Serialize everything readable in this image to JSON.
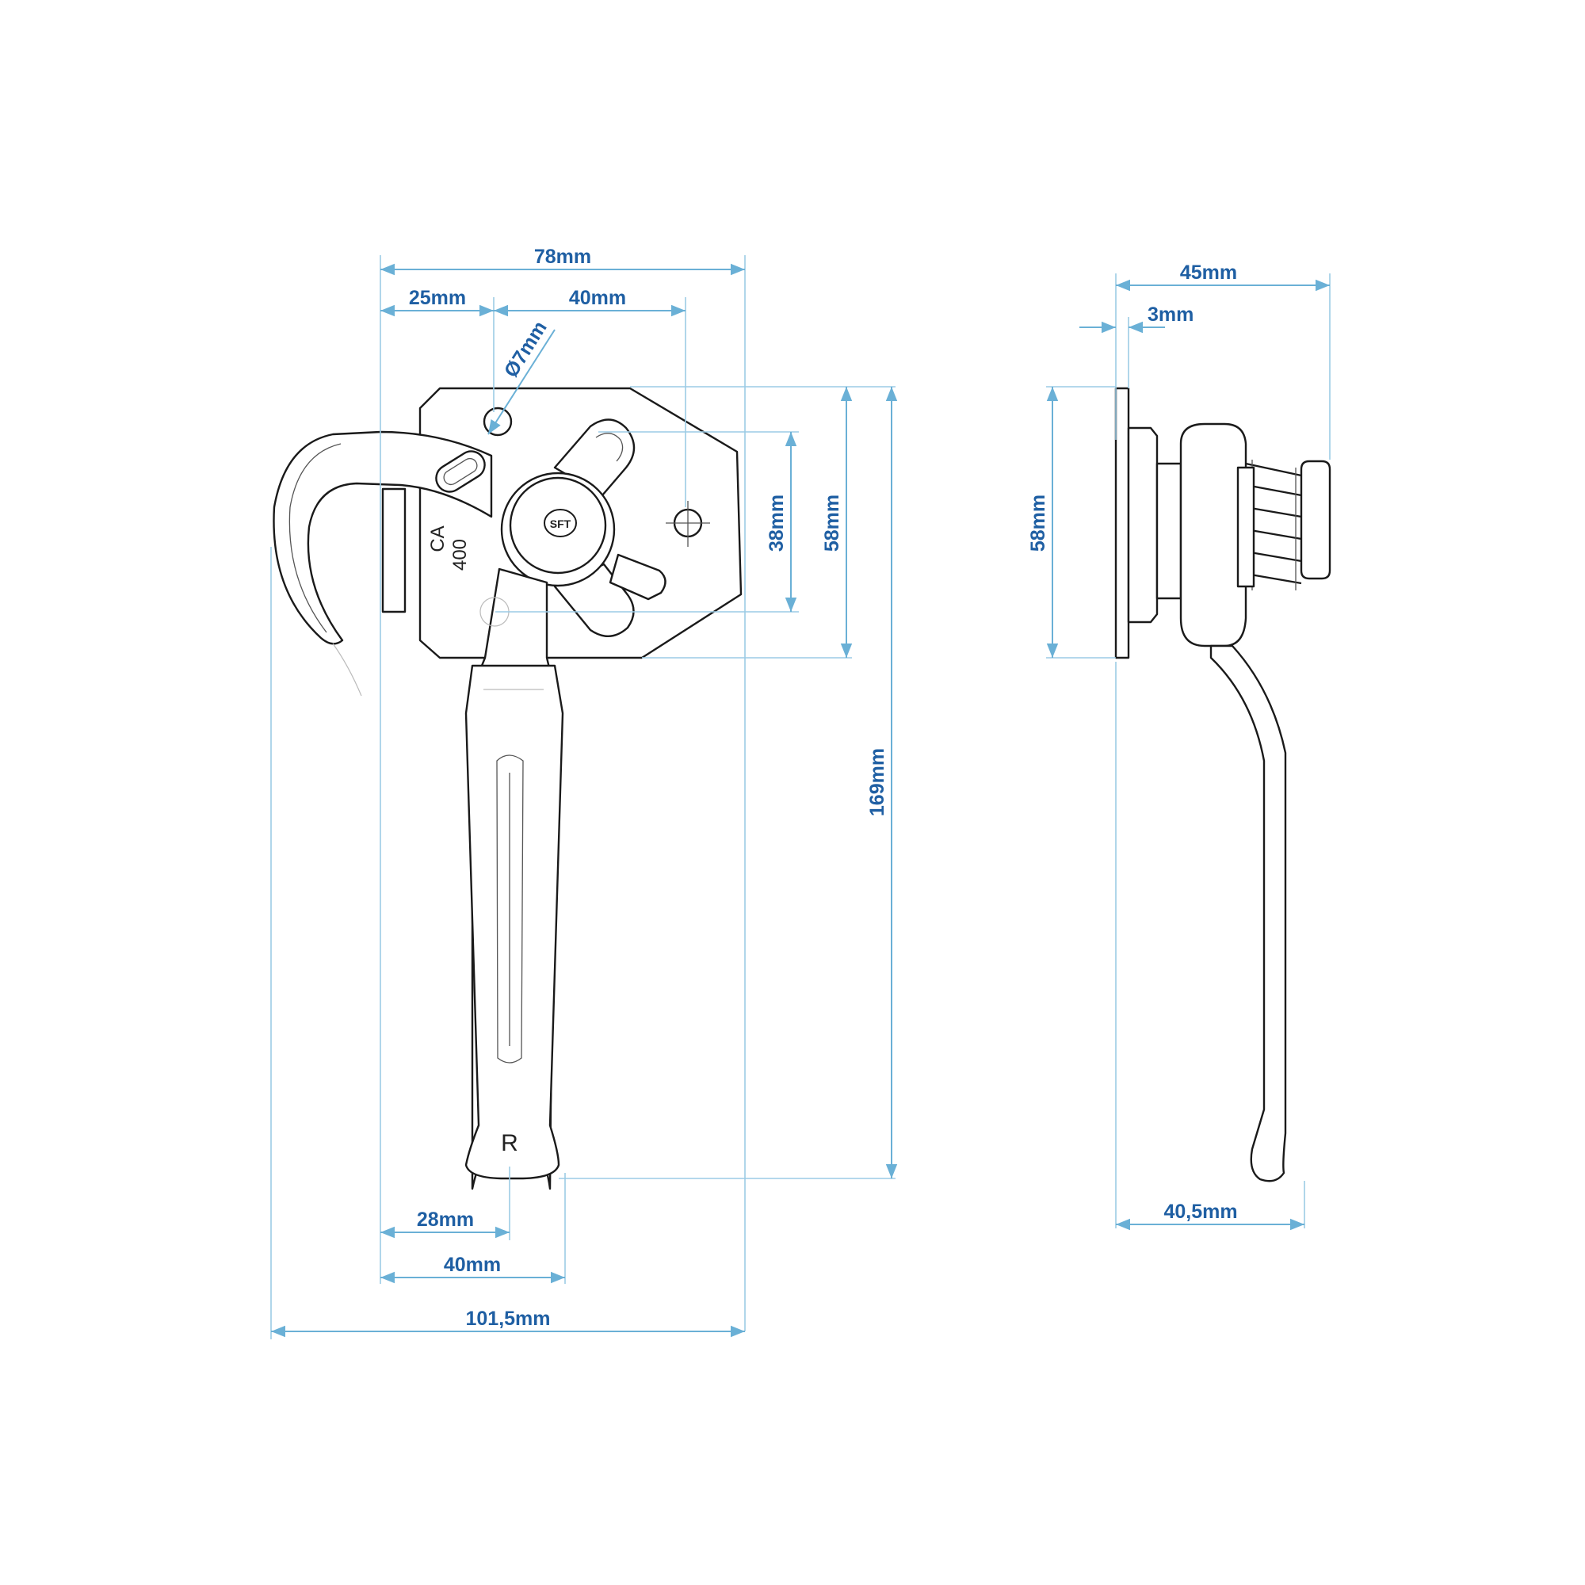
{
  "front_view": {
    "overall_width": "78mm",
    "hook_offset": "25mm",
    "hole_spacing": "40mm",
    "hole_diameter": "Ø7mm",
    "slot_height": "38mm",
    "plate_height": "58mm",
    "total_height": "169mm",
    "handle_axis": "28mm",
    "handle_width": "40mm",
    "total_width": "101,5mm",
    "plate_marking_1": "CA",
    "plate_marking_2": "400",
    "knob_logo": "SFT",
    "handle_marking": "R"
  },
  "side_view": {
    "overall_depth": "45mm",
    "plate_thickness": "3mm",
    "plate_height": "58mm",
    "handle_reach": "40,5mm"
  },
  "colors": {
    "dimension_text": "#1f5fa3",
    "dimension_line": "#6ab0d6",
    "outline": "#1a1a1a"
  }
}
